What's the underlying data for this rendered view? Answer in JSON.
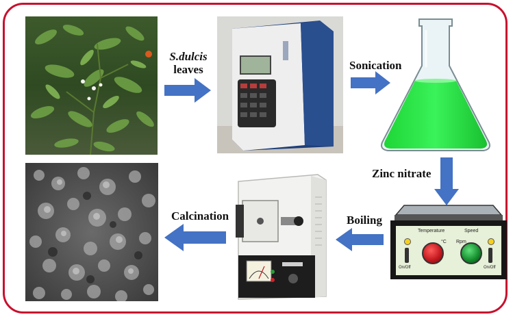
{
  "steps": {
    "leaves_italic": "S.dulcis",
    "leaves_word": "leaves",
    "sonication": "Sonication",
    "zinc": "Zinc nitrate",
    "boiling": "Boiling",
    "calcination": "Calcination"
  },
  "hotplate": {
    "temperature": "Temperature",
    "speed": "Speed",
    "rpm": "Rpm",
    "deg": "°C",
    "onoff_left": "On/Off",
    "onoff_right": "On/Off"
  },
  "colors": {
    "frame": "#c8102e",
    "arrow": "#4472c4",
    "liquid": "#1ee83c",
    "knob_temp": "#c0161c",
    "knob_speed": "#138a2b"
  },
  "icons": [
    "plant-photo",
    "sonicator-device",
    "erlenmeyer-flask",
    "hotplate-stirrer",
    "muffle-furnace",
    "sem-micrograph"
  ]
}
